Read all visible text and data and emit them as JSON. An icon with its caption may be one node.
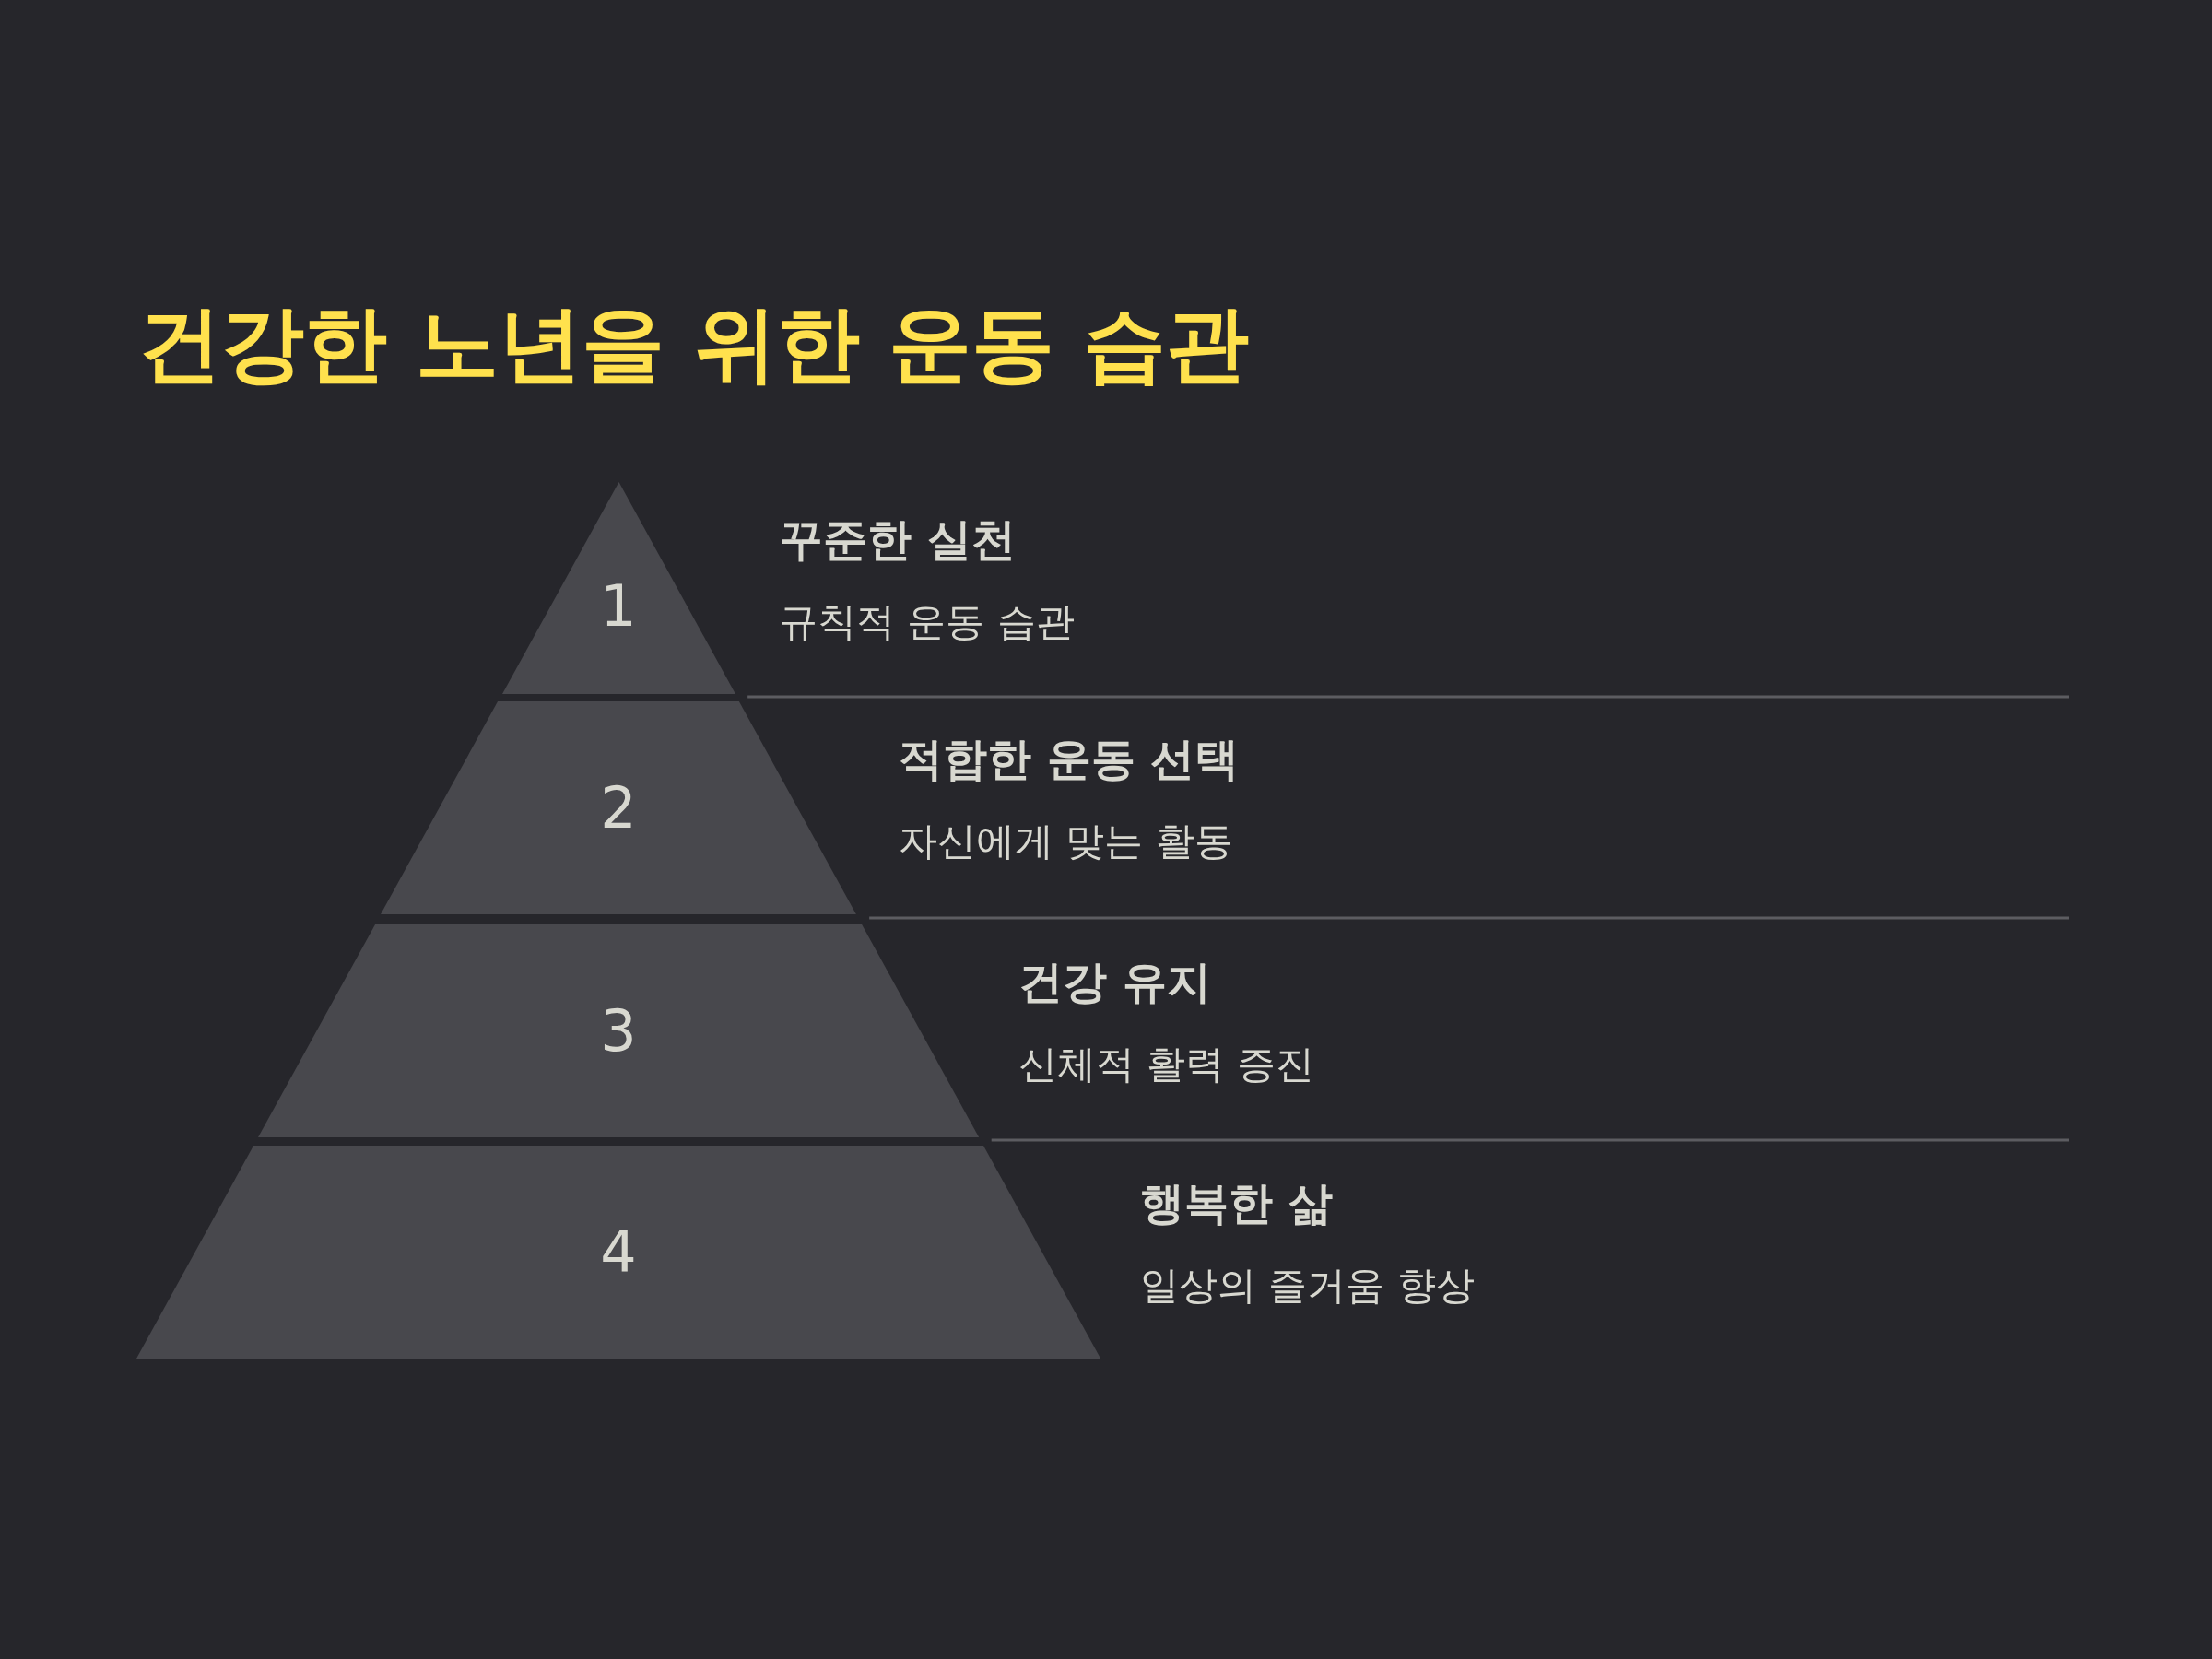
{
  "diagram": {
    "title": "건강한 노년을 위한 운동 습관",
    "nodes": [
      {
        "text": [
          "1"
        ],
        "beside": [
          "꾸준한 실천",
          "규칙적 운동 습관"
        ]
      },
      {
        "text": [
          "2"
        ],
        "beside": [
          "적합한 운동 선택",
          "자신에게 맞는 활동"
        ]
      },
      {
        "text": [
          "3"
        ],
        "beside": [
          "건강 유지",
          "신체적 활력 증진"
        ]
      },
      {
        "text": [
          "4"
        ],
        "beside": [
          "행복한 삶",
          "일상의 즐거움 향상"
        ]
      }
    ],
    "edges": []
  }
}
